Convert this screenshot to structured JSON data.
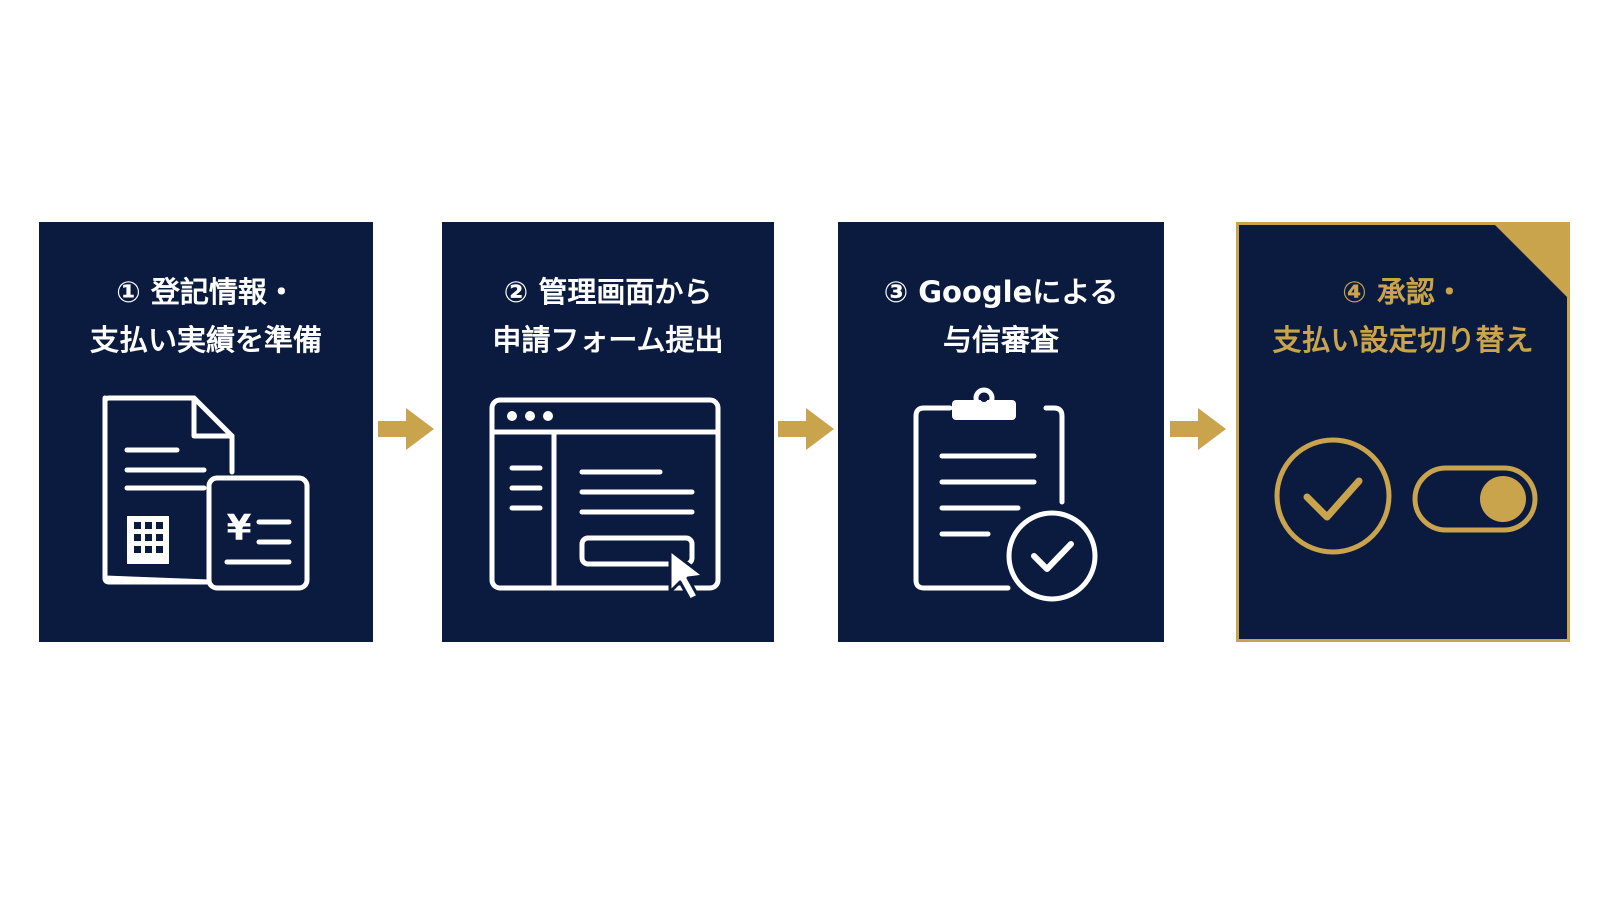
{
  "steps": [
    {
      "line1": "① 登記情報・",
      "line2": "支払い実績を準備",
      "icon": "documents-icon"
    },
    {
      "line1": "② 管理画面から",
      "line2": "申請フォーム提出",
      "icon": "browser-form-icon"
    },
    {
      "line1": "③ Googleによる",
      "line2": "与信審査",
      "icon": "clipboard-check-icon"
    },
    {
      "line1": "④ 承認・",
      "line2": "支払い設定切り替え",
      "icon": "approve-toggle-icon"
    }
  ],
  "currency_symbol": "¥",
  "colors": {
    "navy": "#0b1b3f",
    "gold": "#c9a44c",
    "white": "#ffffff"
  }
}
